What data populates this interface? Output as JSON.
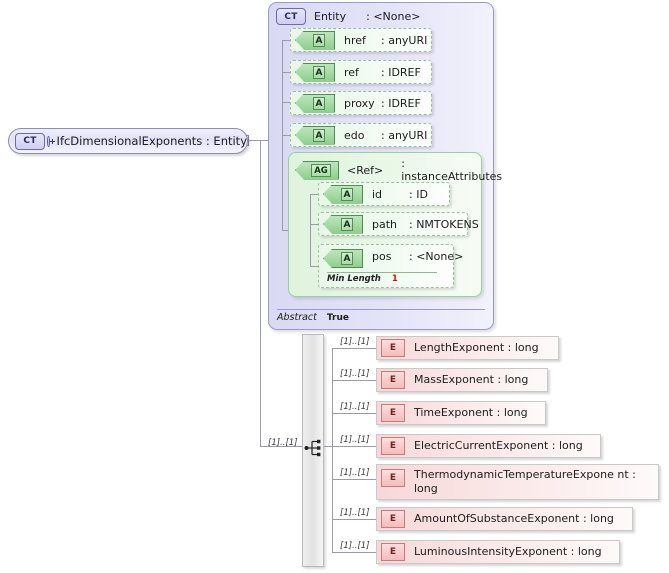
{
  "diagram": {
    "title": "IfcDimensionalExponents XSD diagram",
    "root": {
      "badge": "CT",
      "expand_icon": "plus-circle-icon",
      "label": "IfcDimensionalExponents : Entity"
    },
    "entity_box": {
      "badge": "CT",
      "name": "Entity",
      "type": ": <None>",
      "footer_key": "Abstract",
      "footer_value": "True",
      "attributes": [
        {
          "badge": "A",
          "name": "href",
          "type": ": anyURI"
        },
        {
          "badge": "A",
          "name": "ref",
          "type": ": IDREF"
        },
        {
          "badge": "A",
          "name": "proxy",
          "type": ": IDREF"
        },
        {
          "badge": "A",
          "name": "edo",
          "type": ": anyURI"
        }
      ],
      "attribute_group": {
        "badge": "AG",
        "name": "<Ref>",
        "type": ": instanceAttributes",
        "attributes": [
          {
            "badge": "A",
            "name": "id",
            "type": ": ID"
          },
          {
            "badge": "A",
            "name": "path",
            "type": ": NMTOKENS"
          },
          {
            "badge": "A",
            "name": "pos",
            "type": ": <None>"
          }
        ],
        "facet": {
          "key": "Min Length",
          "value": "1"
        }
      }
    },
    "sequence": {
      "icon": "sequence-compositor-icon",
      "cardinality": "[1]..[1]",
      "elements": [
        {
          "badge": "E",
          "label": "LengthExponent : long",
          "cardinality": "[1]..[1]"
        },
        {
          "badge": "E",
          "label": "MassExponent : long",
          "cardinality": "[1]..[1]"
        },
        {
          "badge": "E",
          "label": "TimeExponent : long",
          "cardinality": "[1]..[1]"
        },
        {
          "badge": "E",
          "label": "ElectricCurrentExponent : long",
          "cardinality": "[1]..[1]"
        },
        {
          "badge": "E",
          "label": "ThermodynamicTemperatureExpone nt : long",
          "cardinality": "[1]..[1]"
        },
        {
          "badge": "E",
          "label": "AmountOfSubstanceExponent : long",
          "cardinality": "[1]..[1]"
        },
        {
          "badge": "E",
          "label": "LuminousIntensityExponent : long",
          "cardinality": "[1]..[1]"
        }
      ]
    },
    "colors": {
      "complex_type": "#e2e2f6",
      "attribute": "#eefaee",
      "attribute_group": "#e9f7e7",
      "element": "#fae4e4",
      "facet_value": "#d01010",
      "connector": "#9a9aa8"
    }
  }
}
